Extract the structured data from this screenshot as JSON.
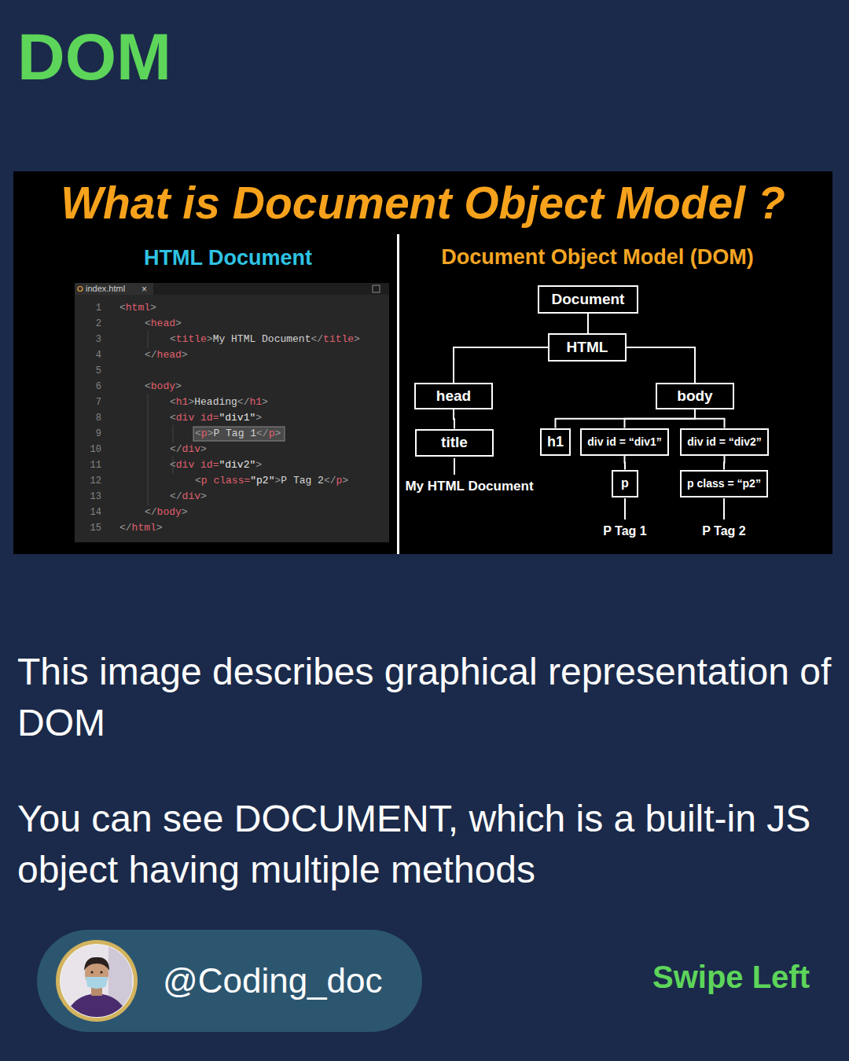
{
  "diagram": {
    "title": "DOM",
    "nodes": [
      {
        "text": [
          "Document"
        ]
      },
      {
        "text": [
          "HTML"
        ]
      },
      {
        "text": [
          "head"
        ]
      },
      {
        "text": [
          "body"
        ]
      },
      {
        "text": [
          "title"
        ]
      },
      {
        "text": [
          "h1"
        ]
      },
      {
        "text": [
          "div id = “div1”"
        ]
      },
      {
        "text": [
          "div id = “div2”"
        ]
      },
      {
        "text": [
          "p"
        ]
      },
      {
        "text": [
          "p class = “p2”"
        ]
      },
      {
        "text": [
          "@Coding_doc"
        ]
      }
    ],
    "edges": [
      {
        "from": 0,
        "to": 1,
        "arrow": "none"
      },
      {
        "from": 1,
        "to": 2,
        "arrow": "none"
      },
      {
        "from": 1,
        "to": 3,
        "arrow": "none"
      },
      {
        "from": 2,
        "to": 4,
        "arrow": "none"
      },
      {
        "from": 3,
        "to": 5,
        "arrow": "none"
      },
      {
        "from": 3,
        "to": 6,
        "arrow": "none"
      },
      {
        "from": 3,
        "to": 7,
        "arrow": "none"
      },
      {
        "from": 6,
        "to": 8,
        "arrow": "none"
      },
      {
        "from": 7,
        "to": 9,
        "arrow": "none"
      }
    ],
    "labels": [
      "What is Document Object Model ?",
      "HTML Document",
      "Document Object Model (DOM)",
      "index.html",
      "×",
      "1",
      "2",
      "3",
      "4",
      "5",
      "6",
      "7",
      "8",
      "9",
      "10",
      "11",
      "12",
      "13",
      "14",
      "15",
      "<html>",
      "<head>",
      "<title>My HTML Document</title>",
      "</head>",
      "<body>",
      "<h1>Heading</h1>",
      "<div id=\"div1\">",
      "<p>P Tag 1</p>",
      "</div>",
      "<div id=\"div2\">",
      "<p class=\"p2\">P Tag 2</p>",
      "</div>",
      "</body>",
      "</html>",
      "My HTML Document",
      "P Tag 1",
      "P Tag 2",
      "This image describes graphical representation of DOM",
      "You can see DOCUMENT, which is a built-in JS object having multiple methods",
      "Swipe Left"
    ]
  }
}
